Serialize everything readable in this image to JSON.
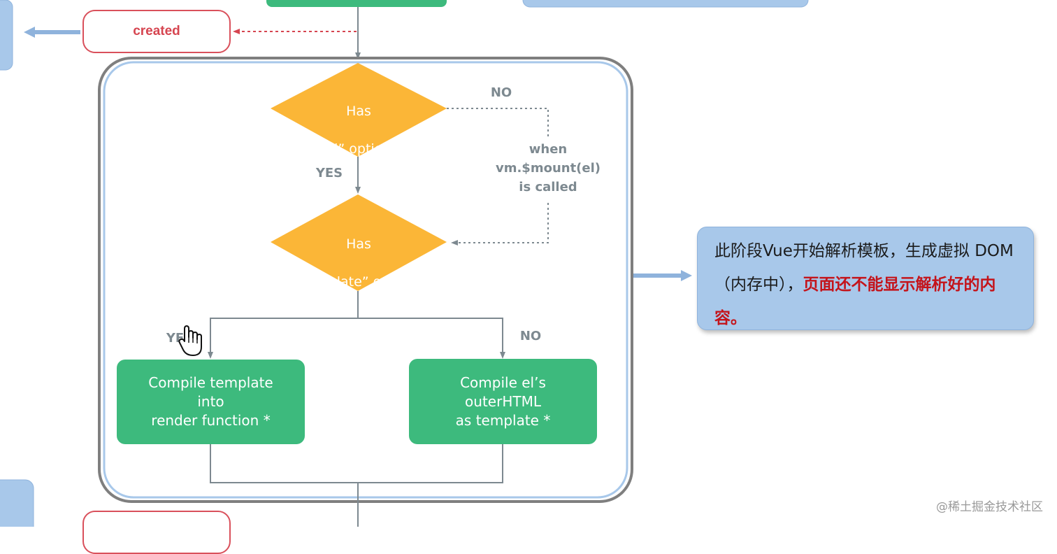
{
  "created_label": "created",
  "diamond_el": {
    "line1": "Has",
    "line2": "“el” option?"
  },
  "diamond_template": {
    "line1": "Has",
    "line2": "“template” option?"
  },
  "label_no_top": "NO",
  "label_yes_top": "YES",
  "when_called": "when\nvm.$mount(el)\nis called",
  "label_yes_bottom": "YES",
  "label_no_bottom": "NO",
  "box_compile_template": "Compile template\ninto\nrender function *",
  "box_compile_outer": "Compile el’s\nouterHTML\nas template *",
  "note": {
    "normal": "此阶段Vue开始解析模板，生成虚拟 DOM（内存中），",
    "highlight": "页面还不能显示解析好的内容。"
  },
  "watermark": "@稀土掘金技术社区",
  "colors": {
    "green": "#3dba7d",
    "orange": "#fbb637",
    "red": "#d64550",
    "note_blue": "#a8c8ea",
    "highlight_red": "#c4141b"
  }
}
